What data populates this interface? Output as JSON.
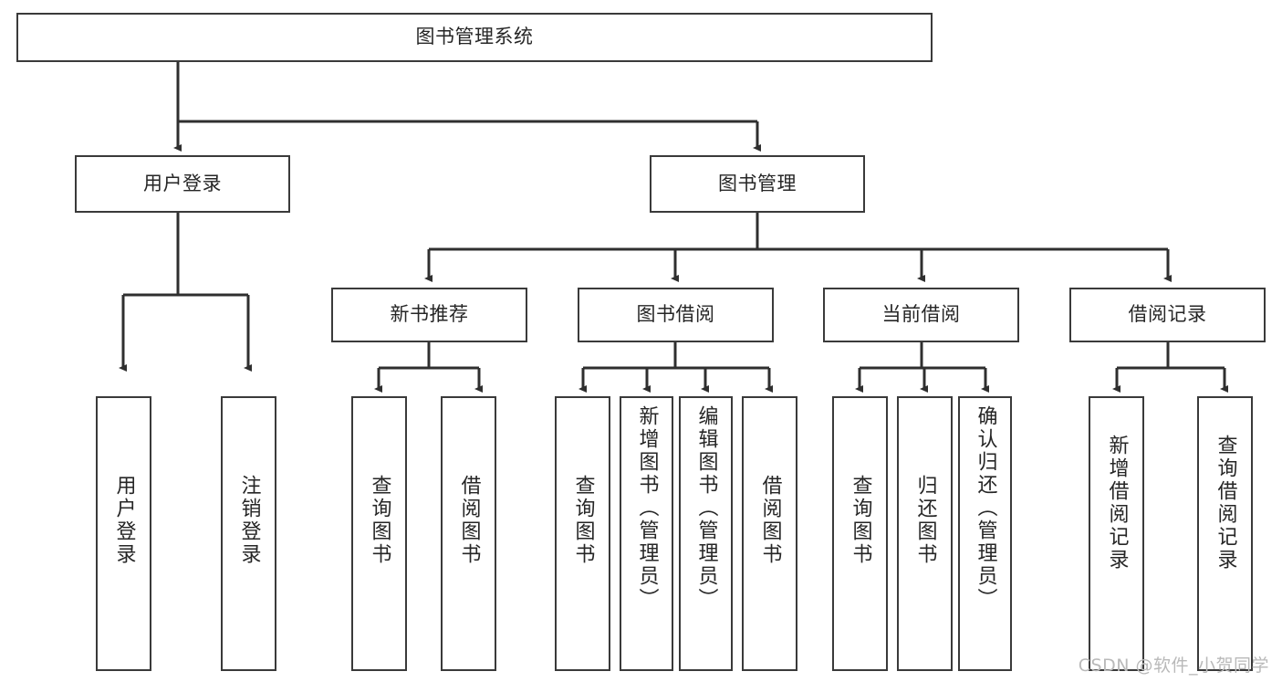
{
  "diagram": {
    "title_node": {
      "label": "图书管理系统"
    },
    "level2": [
      {
        "id": "user-login",
        "label": "用户登录"
      },
      {
        "id": "book-manage",
        "label": "图书管理"
      }
    ],
    "level3": [
      {
        "id": "new-book-recommend",
        "label": "新书推荐"
      },
      {
        "id": "book-borrow",
        "label": "图书借阅"
      },
      {
        "id": "current-borrow",
        "label": "当前借阅"
      },
      {
        "id": "borrow-record",
        "label": "借阅记录"
      }
    ],
    "leaves": {
      "user_login": [
        {
          "id": "leaf-user-login",
          "label": "用户登录"
        },
        {
          "id": "leaf-logout-login",
          "label": "注销登录"
        }
      ],
      "new_book_recommend": [
        {
          "id": "leaf-query-book-1",
          "label": "查询图书"
        },
        {
          "id": "leaf-borrow-book-1",
          "label": "借阅图书"
        }
      ],
      "book_borrow": [
        {
          "id": "leaf-query-book-2",
          "label": "查询图书"
        },
        {
          "id": "leaf-add-book-admin",
          "label": "新增图书（管理员）"
        },
        {
          "id": "leaf-edit-book-admin",
          "label": "编辑图书（管理员）"
        },
        {
          "id": "leaf-borrow-book-2",
          "label": "借阅图书"
        }
      ],
      "current_borrow": [
        {
          "id": "leaf-query-book-3",
          "label": "查询图书"
        },
        {
          "id": "leaf-return-book",
          "label": "归还图书"
        },
        {
          "id": "leaf-confirm-return-admin",
          "label": "确认归还（管理员）"
        }
      ],
      "borrow_record": [
        {
          "id": "leaf-add-borrow-record",
          "label": "新增借阅记录"
        },
        {
          "id": "leaf-query-borrow-record",
          "label": "查询借阅记录"
        }
      ]
    },
    "watermark": {
      "text": "CSDN @软件_小贺同学"
    },
    "colors": {
      "border": "#3a3a3a",
      "text": "#262626",
      "connector": "#2f2f2f",
      "background": "#ffffff",
      "watermark": "#b9b9b9"
    }
  }
}
